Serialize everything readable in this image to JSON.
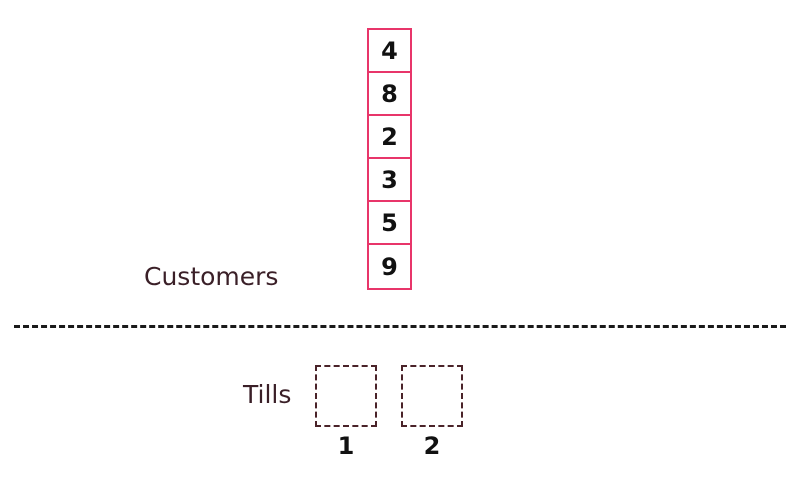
{
  "queue": {
    "values": [
      "4",
      "8",
      "2",
      "3",
      "5",
      "9"
    ],
    "border_color": "#e8356a"
  },
  "customers_label": "Customers",
  "tills_label": "Tills",
  "tills": [
    {
      "number": "1"
    },
    {
      "number": "2"
    }
  ],
  "colors": {
    "text_dark": "#111111",
    "label": "#3a1f27",
    "till_border": "#4a2329",
    "divider": "#1a1a1a"
  }
}
